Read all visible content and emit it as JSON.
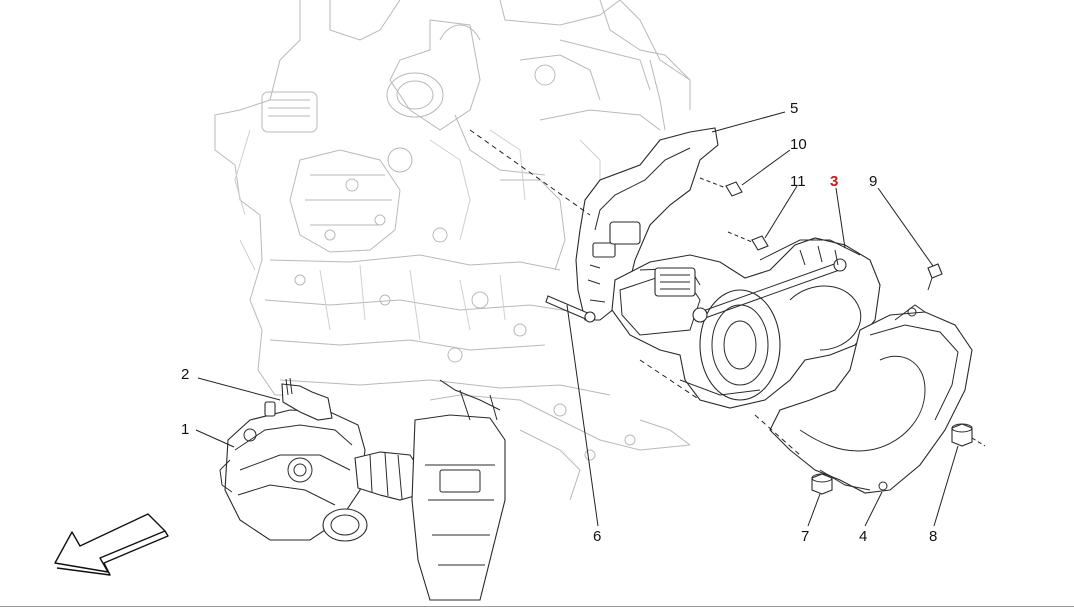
{
  "callouts": [
    {
      "id": "1",
      "label": "1",
      "highlight": false
    },
    {
      "id": "2",
      "label": "2",
      "highlight": false
    },
    {
      "id": "3",
      "label": "3",
      "highlight": true
    },
    {
      "id": "4",
      "label": "4",
      "highlight": false
    },
    {
      "id": "5",
      "label": "5",
      "highlight": false
    },
    {
      "id": "6",
      "label": "6",
      "highlight": false
    },
    {
      "id": "7",
      "label": "7",
      "highlight": false
    },
    {
      "id": "8",
      "label": "8",
      "highlight": false
    },
    {
      "id": "9",
      "label": "9",
      "highlight": false
    },
    {
      "id": "10",
      "label": "10",
      "highlight": false
    },
    {
      "id": "11",
      "label": "11",
      "highlight": false
    }
  ],
  "colors": {
    "highlight": "#c41818",
    "line": "#222222",
    "engine_outline": "#b9b9b9"
  },
  "icons": {
    "direction": "arrow-down-left-icon"
  }
}
